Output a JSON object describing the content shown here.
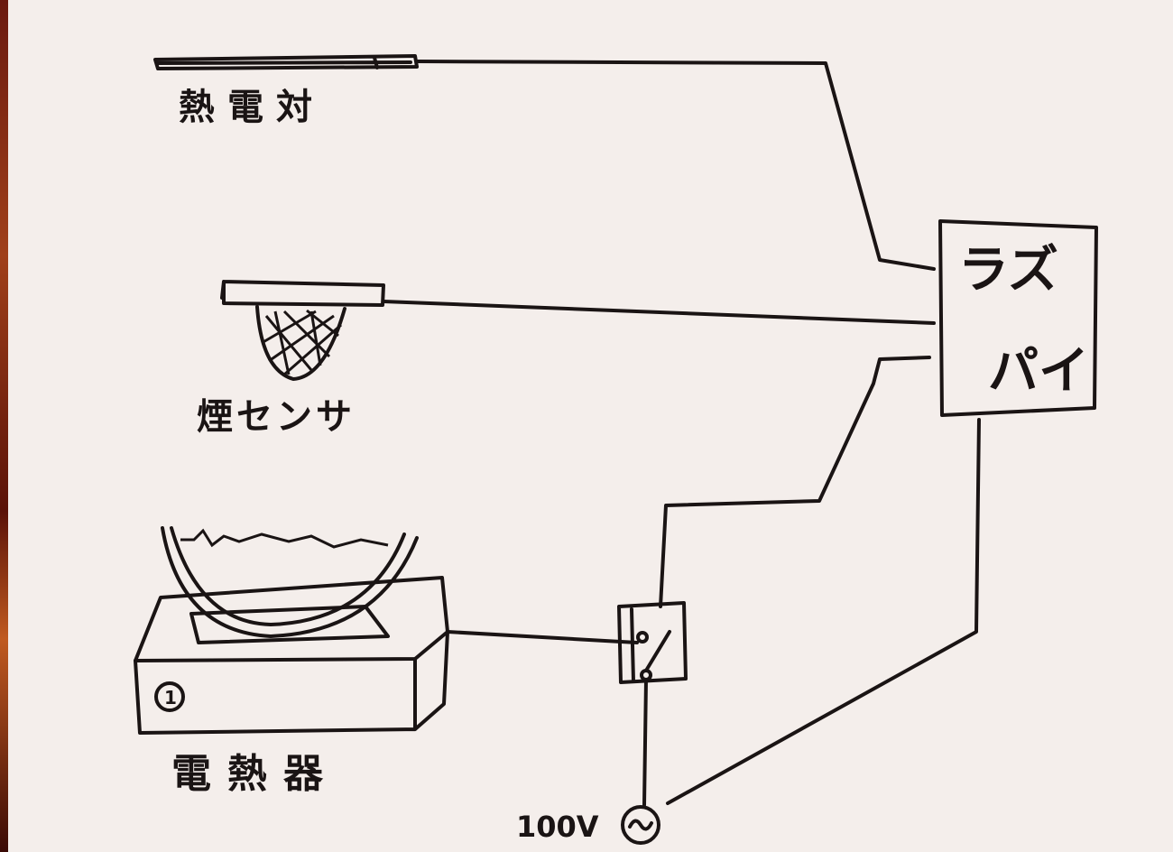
{
  "labels": {
    "thermocouple": "熱電対",
    "smoke_sensor": "煙センサ",
    "heater": "電熱器",
    "raspberry_pi_line1": "ラズ",
    "raspberry_pi_line2": "パイ",
    "power_source": "100V",
    "heater_dial": "1"
  },
  "colors": {
    "paper": "#f4eeeb",
    "ink": "#1a1414"
  }
}
